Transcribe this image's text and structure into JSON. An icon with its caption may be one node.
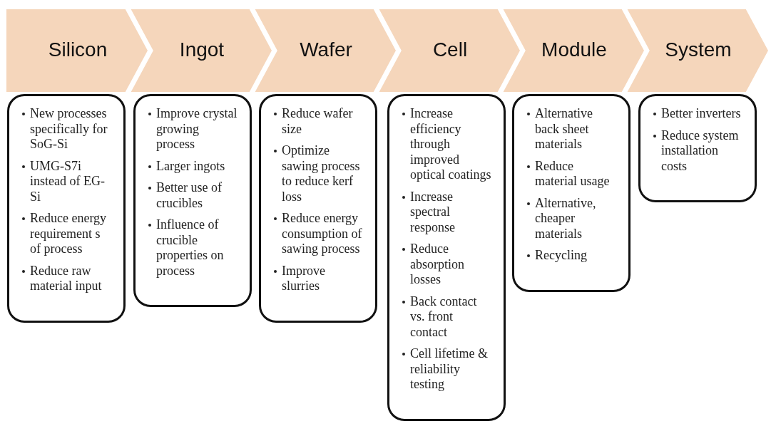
{
  "diagram": {
    "nodes": [
      {
        "text": [
          "Silicon"
        ]
      },
      {
        "text": [
          "Ingot"
        ]
      },
      {
        "text": [
          "Wafer"
        ]
      },
      {
        "text": [
          "Cell"
        ]
      },
      {
        "text": [
          "Module"
        ]
      },
      {
        "text": [
          "System"
        ]
      },
      {
        "text": [
          "New processes specifically for SoG-Si",
          "UMG-S7i instead of EG-Si",
          "Reduce energy requirement s of process",
          "Reduce raw material input"
        ]
      },
      {
        "text": [
          "Improve crystal growing process",
          "Larger ingots",
          "Better use of crucibles",
          "Influence of crucible properties on process"
        ]
      },
      {
        "text": [
          "Reduce wafer size",
          "Optimize sawing process to reduce kerf loss",
          "Reduce energy consumption of sawing process",
          "Improve slurries"
        ]
      },
      {
        "text": [
          "Increase efficiency through improved optical coatings",
          "Increase spectral response",
          "Reduce absorption losses",
          "Back contact vs. front contact",
          "Cell lifetime & reliability testing"
        ]
      },
      {
        "text": [
          "Alternative back sheet materials",
          "Reduce material usage",
          "Alternative, cheaper materials",
          "Recycling"
        ]
      },
      {
        "text": [
          "Better inverters",
          "Reduce system installation costs"
        ]
      }
    ]
  }
}
